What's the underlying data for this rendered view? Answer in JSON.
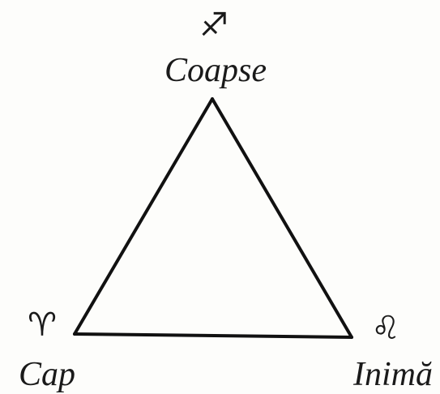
{
  "diagram": {
    "nodes": [
      {
        "id": "top",
        "label": "Coapse",
        "symbol": "♐",
        "symbol_name": "sagittarius-icon"
      },
      {
        "id": "left",
        "label": "Cap",
        "symbol": "♈",
        "symbol_name": "aries-icon"
      },
      {
        "id": "right",
        "label": "Inimă",
        "symbol": "♌",
        "symbol_name": "leo-icon"
      }
    ],
    "edges": [
      {
        "from": "top",
        "to": "left"
      },
      {
        "from": "left",
        "to": "right"
      },
      {
        "from": "right",
        "to": "top"
      }
    ]
  }
}
